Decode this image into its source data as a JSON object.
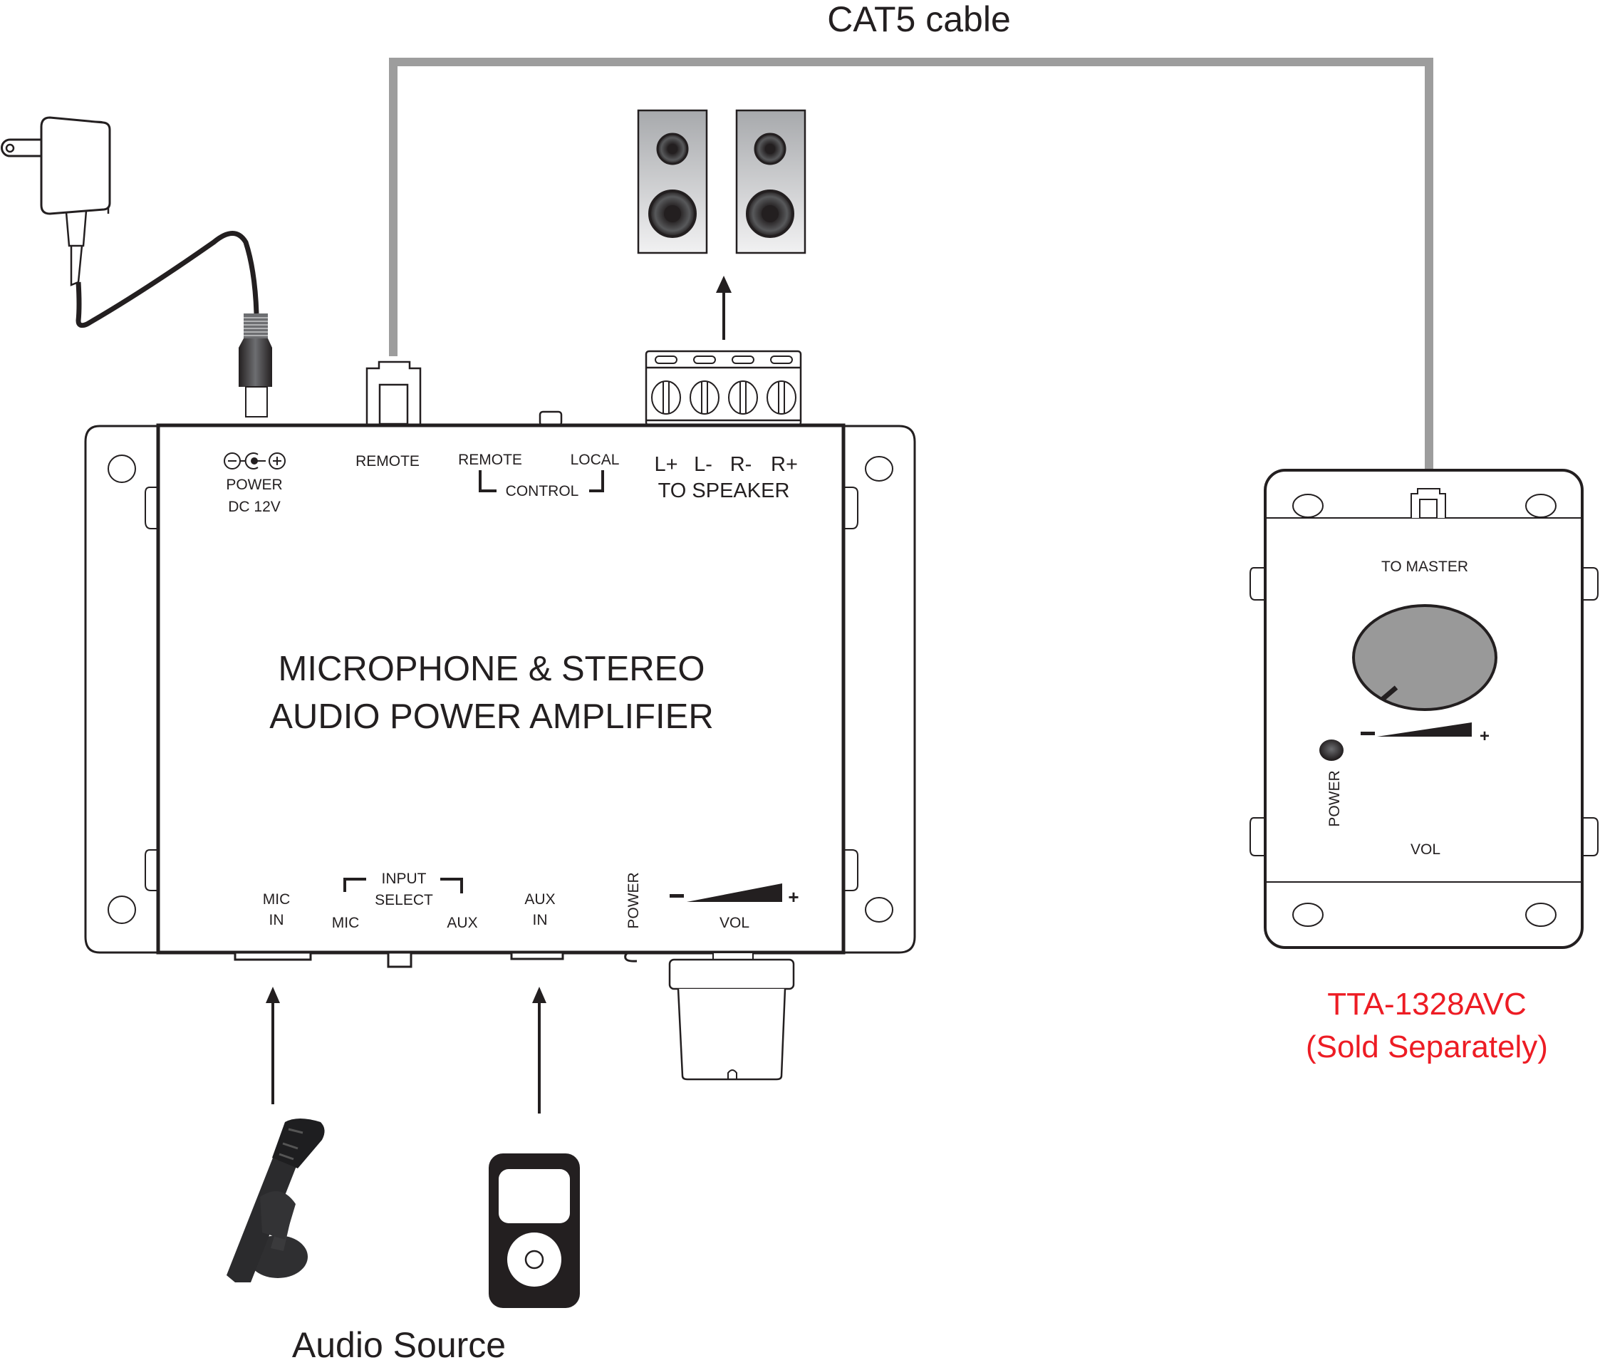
{
  "title": "Microphone & Stereo Audio Power Amplifier connection diagram",
  "cable": {
    "label": "CAT5 cable",
    "color": "#9d9d9d"
  },
  "amplifier": {
    "title_line1": "MICROPHONE & STEREO",
    "title_line2": "AUDIO POWER AMPLIFIER",
    "top_panel": {
      "power_symbol": "⊖-●-⊕",
      "power_label": "POWER",
      "power_spec": "DC 12V",
      "remote_port": "REMOTE",
      "control_remote": "REMOTE",
      "control_local": "LOCAL",
      "control_label": "CONTROL",
      "speaker_terminals": [
        "L+",
        "L-",
        "R-",
        "R+"
      ],
      "speaker_label": "TO SPEAKER"
    },
    "bottom_panel": {
      "mic_in_line1": "MIC",
      "mic_in_line2": "IN",
      "input_select_line1": "INPUT",
      "input_select_line2": "SELECT",
      "select_mic": "MIC",
      "select_aux": "AUX",
      "aux_in_line1": "AUX",
      "aux_in_line2": "IN",
      "power_led": "POWER",
      "vol_minus": "–",
      "vol_plus": "+",
      "vol_label": "VOL"
    }
  },
  "remote_unit": {
    "port_label": "TO MASTER",
    "power_label": "POWER",
    "vol_minus": "–",
    "vol_plus": "+",
    "vol_label": "VOL",
    "model": "TTA-1328AVC",
    "note": "(Sold Separately)",
    "model_color": "#ed1c24",
    "knob_color": "#999999"
  },
  "sources": {
    "label": "Audio Source",
    "devices": [
      "microphone",
      "media-player"
    ]
  },
  "speakers": {
    "count": 2
  },
  "colors": {
    "ink": "#231f20",
    "cable_gray": "#9d9d9d",
    "speaker_gray": "#c8c9cb"
  }
}
